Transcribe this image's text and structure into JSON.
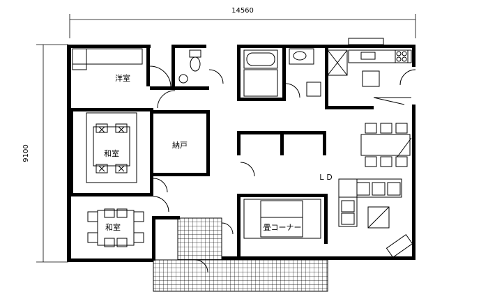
{
  "dimensions": {
    "width_label": "14560",
    "height_label": "9100"
  },
  "rooms": {
    "western_room": "洋室",
    "japanese_room_1": "和室",
    "japanese_room_2": "和室",
    "storage": "納戸",
    "living_dining": "ＬＤ",
    "tatami_corner": "畳コーナー"
  }
}
